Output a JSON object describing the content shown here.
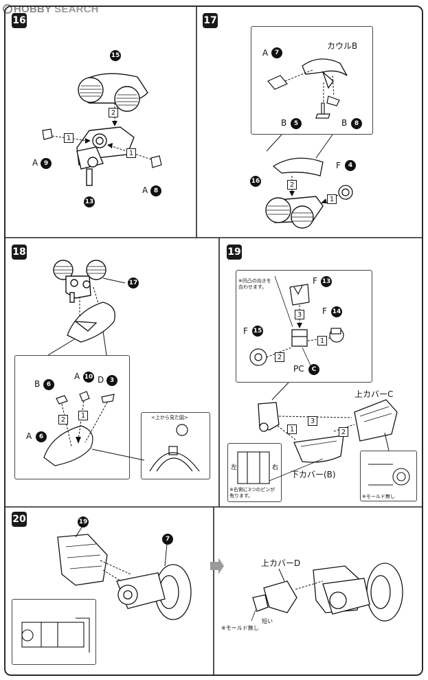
{
  "watermark": {
    "brand": "HOBBY",
    "suffix": "SEARCH"
  },
  "steps": [
    {
      "id": "16",
      "labels": {
        "top_part": "15",
        "bottom_part": "13",
        "left_part": "A",
        "left_part_num": "9",
        "right_part": "A",
        "right_part_num": "8",
        "order1": "1",
        "order1b": "1",
        "order2": "2"
      }
    },
    {
      "id": "17",
      "labels": {
        "a7": "A",
        "a7_num": "7",
        "cowl": "カウルB",
        "b5": "B",
        "b5_num": "5",
        "b8": "B",
        "b8_num": "8",
        "f4": "F",
        "f4_num": "4",
        "assembly": "16",
        "order1": "1",
        "order2": "2"
      }
    },
    {
      "id": "18",
      "labels": {
        "assembly": "17",
        "b6": "B",
        "b6_num": "6",
        "a10": "A",
        "a10_num": "10",
        "d3": "D",
        "d3_num": "3",
        "a6": "A",
        "a6_num": "6",
        "view_note": "<上から見た図>",
        "order1": "1",
        "order2": "2"
      }
    },
    {
      "id": "19",
      "labels": {
        "note_top": "※凹凸の向きを\n合わせます。",
        "f13": "F",
        "f13_num": "13",
        "f14": "F",
        "f14_num": "14",
        "f15": "F",
        "f15_num": "15",
        "pc": "PC",
        "pc_num": "C",
        "upper_cover": "上カバーC",
        "lower_cover": "下カバー(B)",
        "left": "左",
        "right": "右",
        "note_bottom": "※右側に3つのピンが\n有ります。",
        "mold_note": "※モールド無し",
        "order1": "1",
        "order2": "2",
        "order3": "3",
        "order1b": "1",
        "order2b": "2",
        "order3b": "3"
      }
    },
    {
      "id": "20",
      "labels": {
        "assembly19": "19",
        "assembly7": "7",
        "upper_cover_d": "上カバーD",
        "short_note": "短い",
        "mold_note": "※モールド無し"
      }
    }
  ]
}
